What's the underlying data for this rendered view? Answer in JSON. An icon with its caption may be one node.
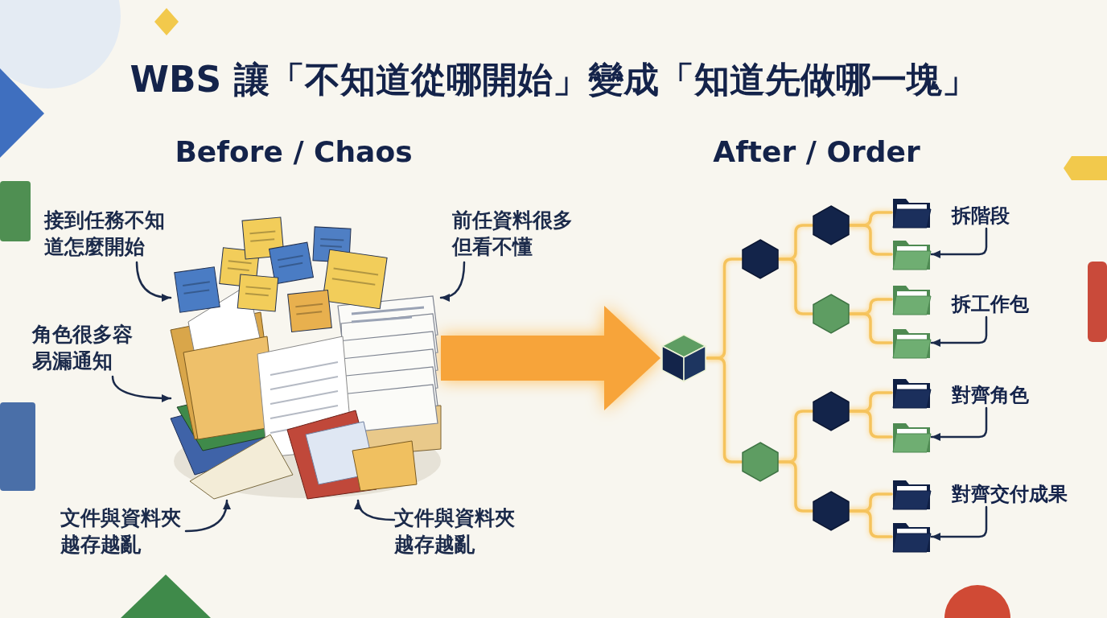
{
  "diagram": {
    "title": "WBS 讓「不知道從哪開始」變成「知道先做哪一塊」",
    "nodes": [
      {
        "text": [],
        "shape": "picture"
      },
      {
        "text": [
          "接到任務不知道怎麼開始"
        ]
      },
      {
        "text": [
          "前任資料很多但看不懂"
        ]
      },
      {
        "text": [
          "角色很多容易漏通知"
        ]
      },
      {
        "text": [
          "文件與資料夾越存越亂"
        ]
      },
      {
        "text": [
          "文件與資料夾越存越亂"
        ]
      },
      {
        "text": [],
        "shape": "cube"
      },
      {
        "text": [],
        "shape": "hexagon"
      },
      {
        "text": [],
        "shape": "hexagon"
      },
      {
        "text": [],
        "shape": "hexagon"
      },
      {
        "text": [],
        "shape": "hexagon"
      },
      {
        "text": [],
        "shape": "hexagon"
      },
      {
        "text": [],
        "shape": "hexagon"
      },
      {
        "text": [],
        "shape": "folder"
      },
      {
        "text": [],
        "shape": "folder"
      },
      {
        "text": [],
        "shape": "folder"
      },
      {
        "text": [],
        "shape": "folder"
      },
      {
        "text": [],
        "shape": "folder"
      },
      {
        "text": [],
        "shape": "folder"
      },
      {
        "text": [],
        "shape": "folder"
      },
      {
        "text": [],
        "shape": "folder"
      },
      {
        "text": [
          "拆階段"
        ]
      },
      {
        "text": [
          "拆工作包"
        ]
      },
      {
        "text": [
          "對齊角色"
        ]
      },
      {
        "text": [
          "對齊交付成果"
        ]
      }
    ],
    "edges": [
      {
        "from": 1,
        "to": 0,
        "arrow": "to",
        "color": "#1b2a4a"
      },
      {
        "from": 2,
        "to": 0,
        "arrow": "to",
        "color": "#1b2a4a"
      },
      {
        "from": 3,
        "to": 0,
        "arrow": "to",
        "color": "#1b2a4a"
      },
      {
        "from": 4,
        "to": 0,
        "arrow": "to",
        "color": "#1b2a4a"
      },
      {
        "from": 5,
        "to": 0,
        "arrow": "to",
        "color": "#1b2a4a"
      },
      {
        "from": 0,
        "to": 6,
        "arrow": "to",
        "style": "thick",
        "color": "#f7a43a"
      },
      {
        "from": 6,
        "to": 7,
        "arrow": "none"
      },
      {
        "from": 6,
        "to": 8,
        "arrow": "none"
      },
      {
        "from": 7,
        "to": 9,
        "arrow": "none"
      },
      {
        "from": 7,
        "to": 10,
        "arrow": "none"
      },
      {
        "from": 8,
        "to": 11,
        "arrow": "none"
      },
      {
        "from": 8,
        "to": 12,
        "arrow": "none"
      },
      {
        "from": 9,
        "to": 13,
        "arrow": "none"
      },
      {
        "from": 9,
        "to": 14,
        "arrow": "none"
      },
      {
        "from": 10,
        "to": 15,
        "arrow": "none"
      },
      {
        "from": 10,
        "to": 16,
        "arrow": "none"
      },
      {
        "from": 11,
        "to": 17,
        "arrow": "none"
      },
      {
        "from": 11,
        "to": 18,
        "arrow": "none"
      },
      {
        "from": 12,
        "to": 19,
        "arrow": "none"
      },
      {
        "from": 12,
        "to": 20,
        "arrow": "none"
      },
      {
        "from": 21,
        "to": 14,
        "arrow": "to",
        "color": "#1b2a4a"
      },
      {
        "from": 22,
        "to": 16,
        "arrow": "to",
        "color": "#1b2a4a"
      },
      {
        "from": 23,
        "to": 18,
        "arrow": "to",
        "color": "#1b2a4a"
      },
      {
        "from": 24,
        "to": 20,
        "arrow": "to",
        "color": "#1b2a4a"
      }
    ],
    "labels": [
      "Before / Chaos",
      "After / Order"
    ]
  }
}
